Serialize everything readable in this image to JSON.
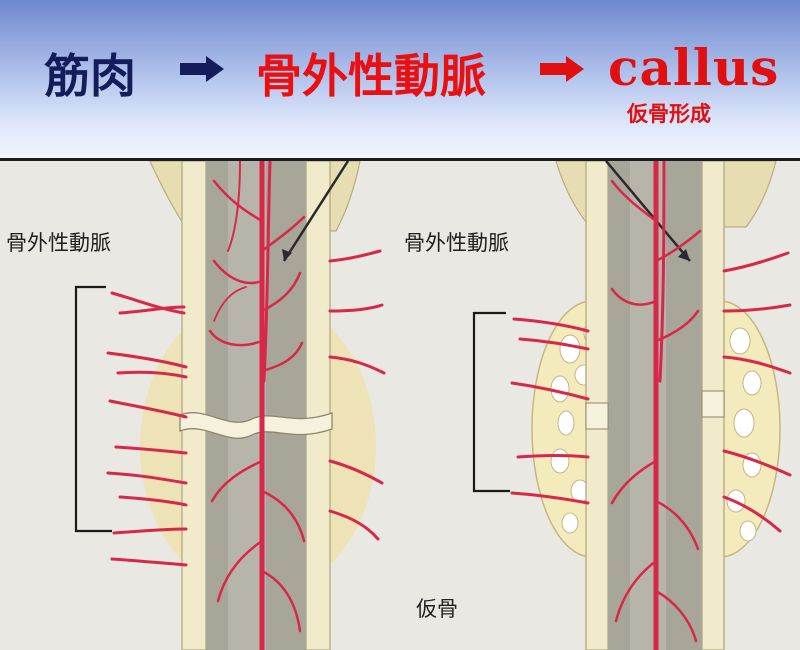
{
  "header": {
    "step1": "筋肉",
    "step2": "骨外性動脈",
    "step3": "callus",
    "step3_sub": "仮骨形成",
    "colors": {
      "step1": "#141c5a",
      "step2": "#ea0f10",
      "step3": "#e01010",
      "arrow1": "#141c5a",
      "arrow2": "#e01010"
    },
    "arrow_icon": "right-arrow-icon"
  },
  "figure": {
    "left_label": "骨外性動脈",
    "right_label": "骨外性動脈",
    "callus_label": "仮骨",
    "colors": {
      "artery": "#d8284a",
      "cortex": "#efe9c8",
      "marrow": "#a9a89c",
      "callus": "#f2e6a4",
      "background": "#e9e8e2"
    }
  }
}
